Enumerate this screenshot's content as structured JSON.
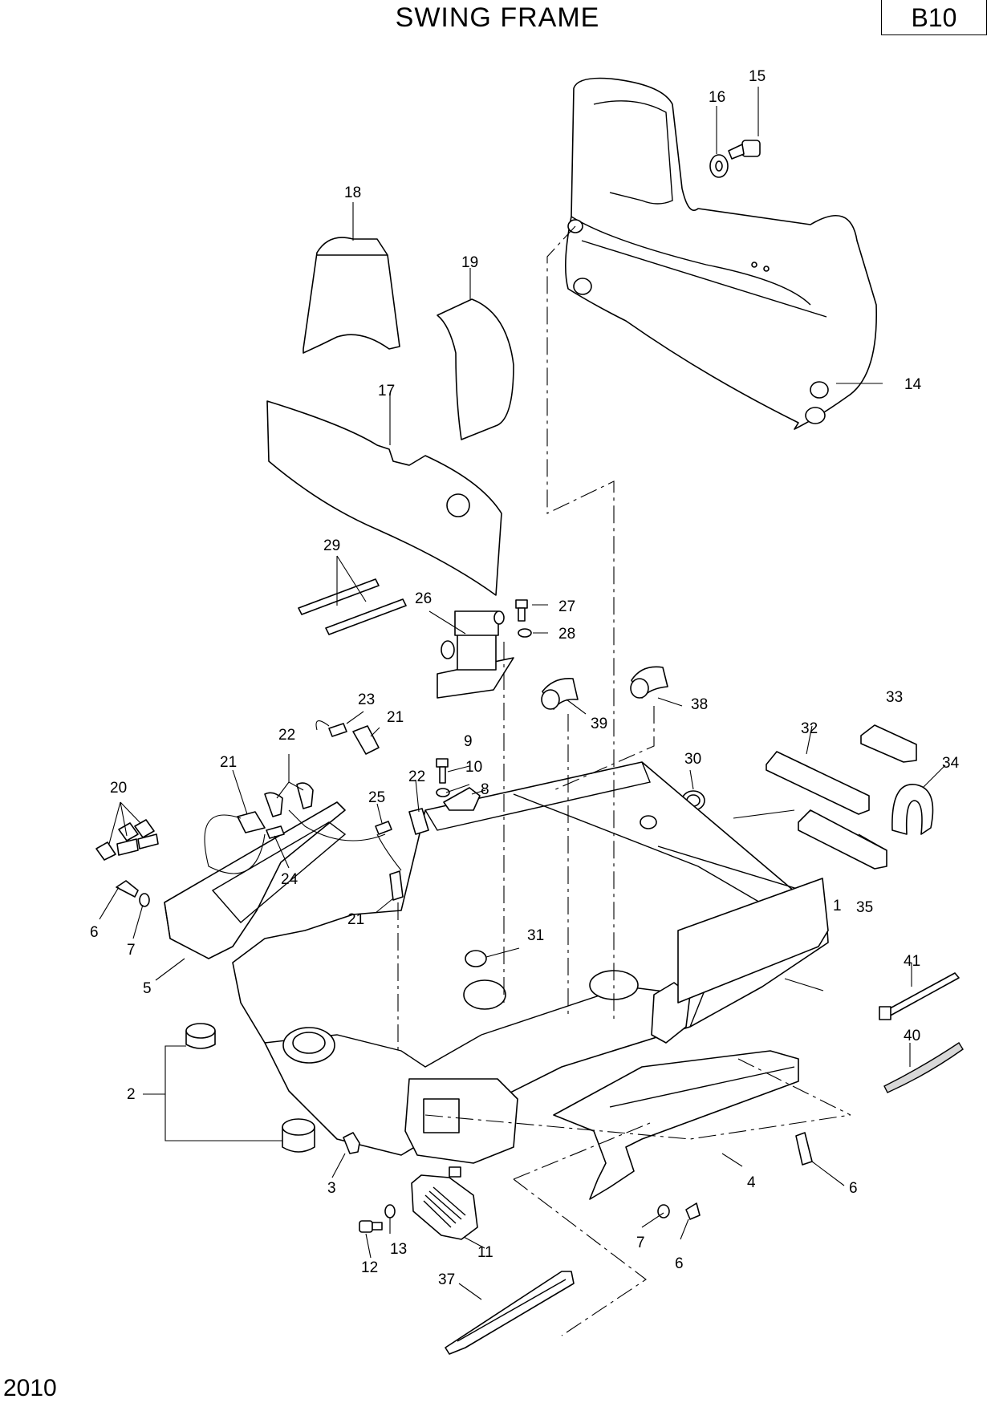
{
  "header": {
    "title": "SWING FRAME",
    "code": "B10"
  },
  "footer": {
    "page_number": "2010"
  },
  "callouts": {
    "c1": "1",
    "c2": "2",
    "c3": "3",
    "c4": "4",
    "c5": "5",
    "c6a": "6",
    "c6b": "6",
    "c6c": "6",
    "c7a": "7",
    "c7b": "7",
    "c8": "8",
    "c9": "9",
    "c10": "10",
    "c11": "11",
    "c12": "12",
    "c13": "13",
    "c14": "14",
    "c15": "15",
    "c16": "16",
    "c17": "17",
    "c18": "18",
    "c19": "19",
    "c20": "20",
    "c21a": "21",
    "c21b": "21",
    "c21c": "21",
    "c22a": "22",
    "c22b": "22",
    "c23": "23",
    "c24": "24",
    "c25": "25",
    "c26": "26",
    "c27": "27",
    "c28": "28",
    "c29": "29",
    "c30": "30",
    "c31": "31",
    "c32": "32",
    "c33": "33",
    "c34": "34",
    "c35": "35",
    "c37": "37",
    "c38": "38",
    "c39": "39",
    "c40": "40",
    "c41": "41"
  }
}
